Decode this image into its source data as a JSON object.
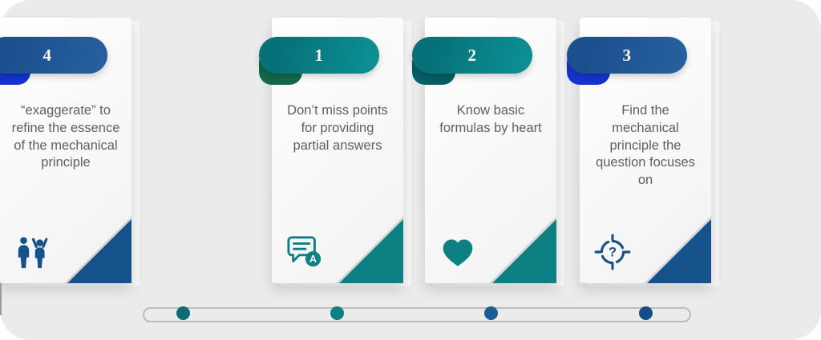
{
  "title": "exam-tips-steps-infographic",
  "background_color": "#ebebec",
  "steps": [
    {
      "number": "1",
      "text": "Don’t miss points for providing partial answers",
      "icon": "answer-chat-icon",
      "colors": {
        "pill": "#067278",
        "pill_light": "#0c9296",
        "accent": "#12694a",
        "corner": "#0d8084",
        "icon": "#0d8084",
        "dot": "#0d6b74"
      }
    },
    {
      "number": "2",
      "text": "Know basic formulas by heart",
      "icon": "heart-icon",
      "colors": {
        "pill": "#067278",
        "pill_light": "#0c9296",
        "accent": "#055f66",
        "corner": "#0d8084",
        "icon": "#0d8084",
        "dot": "#0e7f83"
      }
    },
    {
      "number": "3",
      "text": "Find the mechanical principle the question focuses on",
      "icon": "target-question-icon",
      "colors": {
        "pill": "#1b4f8e",
        "pill_light": "#28619f",
        "accent": "#1534cf",
        "corner": "#15528c",
        "icon": "#15528c",
        "dot": "#1c5c94"
      }
    },
    {
      "number": "4",
      "text": "“exaggerate” to refine the essence of the mechanical principle",
      "icon": "people-celebrate-icon",
      "colors": {
        "pill": "#1b4f8e",
        "pill_light": "#28619f",
        "accent": "#1534cf",
        "corner": "#15528c",
        "icon": "#15528c",
        "dot": "#144e88"
      }
    }
  ]
}
